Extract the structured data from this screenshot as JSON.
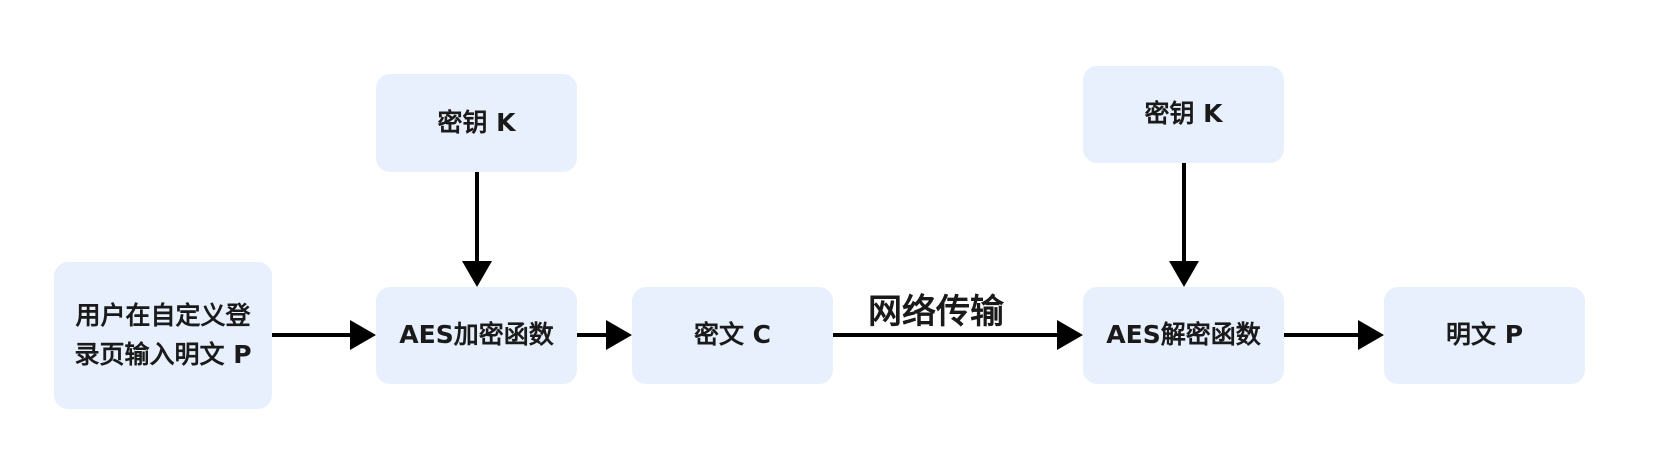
{
  "nodes": {
    "plaintext_input": "用户在自定义登录页输入明文 P",
    "key_encrypt": "密钥 K",
    "aes_encrypt": "AES加密函数",
    "ciphertext": "密文 C",
    "key_decrypt": "密钥 K",
    "aes_decrypt": "AES解密函数",
    "plaintext_output": "明文 P"
  },
  "edges": {
    "network_label": "网络传输"
  },
  "colors": {
    "node_fill": "#e8f0fd",
    "arrow": "#000000"
  }
}
